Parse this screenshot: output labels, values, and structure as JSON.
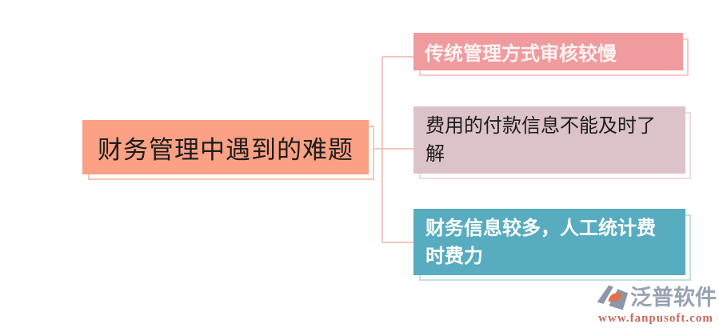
{
  "diagram": {
    "type": "mindmap",
    "root": {
      "label": "财务管理中遇到的难题",
      "fill": "#fca185",
      "shadow_outline": "#fac5ae",
      "text_color": "#1c1c1c"
    },
    "branches": [
      {
        "label": "传统管理方式审核较慢",
        "fill": "#f09b9e",
        "shadow_outline": "#f7cacc",
        "text_color": "#fdf4f3"
      },
      {
        "label": "费用的付款信息不能及时了解",
        "fill": "#dcc2c9",
        "shadow_outline": "#eedbe0",
        "text_color": "#1c1c1c"
      },
      {
        "label": "财务信息较多，人工统计费时费力",
        "fill": "#57acc0",
        "shadow_outline": "#bfe1e8",
        "text_color": "#ffffff"
      }
    ],
    "connector_color": "#efb5a9"
  },
  "watermark": {
    "brand": "泛普软件",
    "url": "www.fanpusoft.com",
    "brand_color": "#98a2b4",
    "url_color": "#c8695a",
    "icon": "fanpu-logo-icon",
    "icon_colors": [
      "#8c96a9",
      "#e4714e"
    ]
  }
}
